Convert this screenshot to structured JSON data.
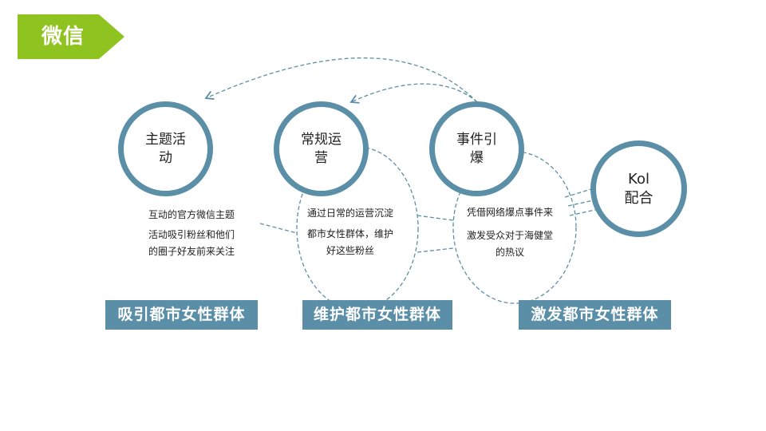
{
  "tag": {
    "label": "微信"
  },
  "stages": [
    {
      "circle": "主题活\n动",
      "desc": [
        "互动的官方微信主题",
        "活动吸引粉丝和他们",
        "的圈子好友前来关注"
      ],
      "banner": "吸引都市女性群体"
    },
    {
      "circle": "常规运\n营",
      "desc": [
        "通过日常的运营沉淀",
        "都市女性群体，维护",
        "好这些粉丝"
      ],
      "banner": "维护都市女性群体"
    },
    {
      "circle": "事件引\n爆",
      "desc": [
        "凭借网络爆点事件来",
        "激发受众对于海健堂",
        "的热议"
      ],
      "banner": "激发都市女性群体"
    }
  ],
  "kol": {
    "label": "Kol\n配合"
  },
  "colors": {
    "accent_green": "#8fc31f",
    "primary_blue": "#5b8fa8"
  }
}
